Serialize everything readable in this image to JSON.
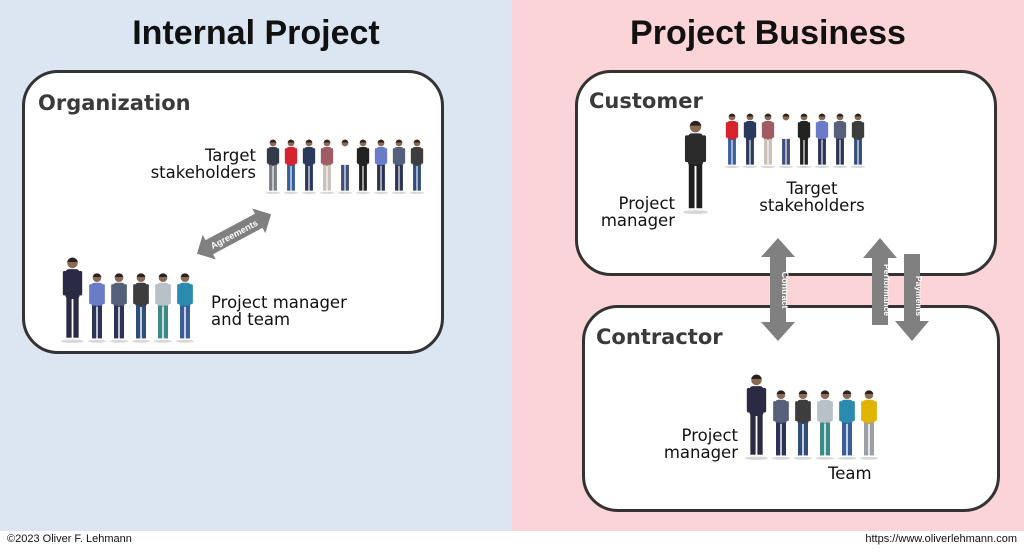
{
  "left_panel": {
    "title": "Internal Project",
    "organization_label": "Organization",
    "target_stakeholders": [
      "Target",
      "stakeholders"
    ],
    "pm_team": [
      "Project manager",
      "and team"
    ],
    "agreements_arrow_label": "Agreements"
  },
  "right_panel": {
    "title": "Project Business",
    "customer_label": "Customer",
    "project_manager_customer": [
      "Project",
      "manager"
    ],
    "target_stakeholders": [
      "Target",
      "stakeholders"
    ],
    "contract_arrow_label": "Contract",
    "performance_arrow_label": "Performance",
    "payments_arrow_label": "Payments",
    "contractor_label": "Contractor",
    "project_manager_contractor": [
      "Project",
      "manager"
    ],
    "team_label": "Team"
  },
  "footer": {
    "copyright": "©2023 Oliver F. Lehmann",
    "url": "https://www.oliverlehmann.com"
  },
  "colors": {
    "left_bg": "#dce6f3",
    "right_bg": "#fbd4d7",
    "arrow": "#808080",
    "box_border": "#333333"
  },
  "people_icons": {
    "stakeholders_left": [
      "person-icon",
      "person-icon",
      "person-icon",
      "person-icon",
      "person-icon",
      "person-icon",
      "person-icon",
      "person-icon",
      "person-icon"
    ],
    "team_left": [
      "project-manager-icon",
      "person-icon",
      "person-icon",
      "person-icon",
      "person-icon",
      "person-icon"
    ],
    "stakeholders_right": [
      "person-icon",
      "person-icon",
      "person-icon",
      "person-icon",
      "person-icon",
      "person-icon",
      "person-icon",
      "person-icon"
    ],
    "team_right": [
      "project-manager-icon",
      "person-icon",
      "person-icon",
      "person-icon",
      "person-icon",
      "person-icon"
    ]
  }
}
